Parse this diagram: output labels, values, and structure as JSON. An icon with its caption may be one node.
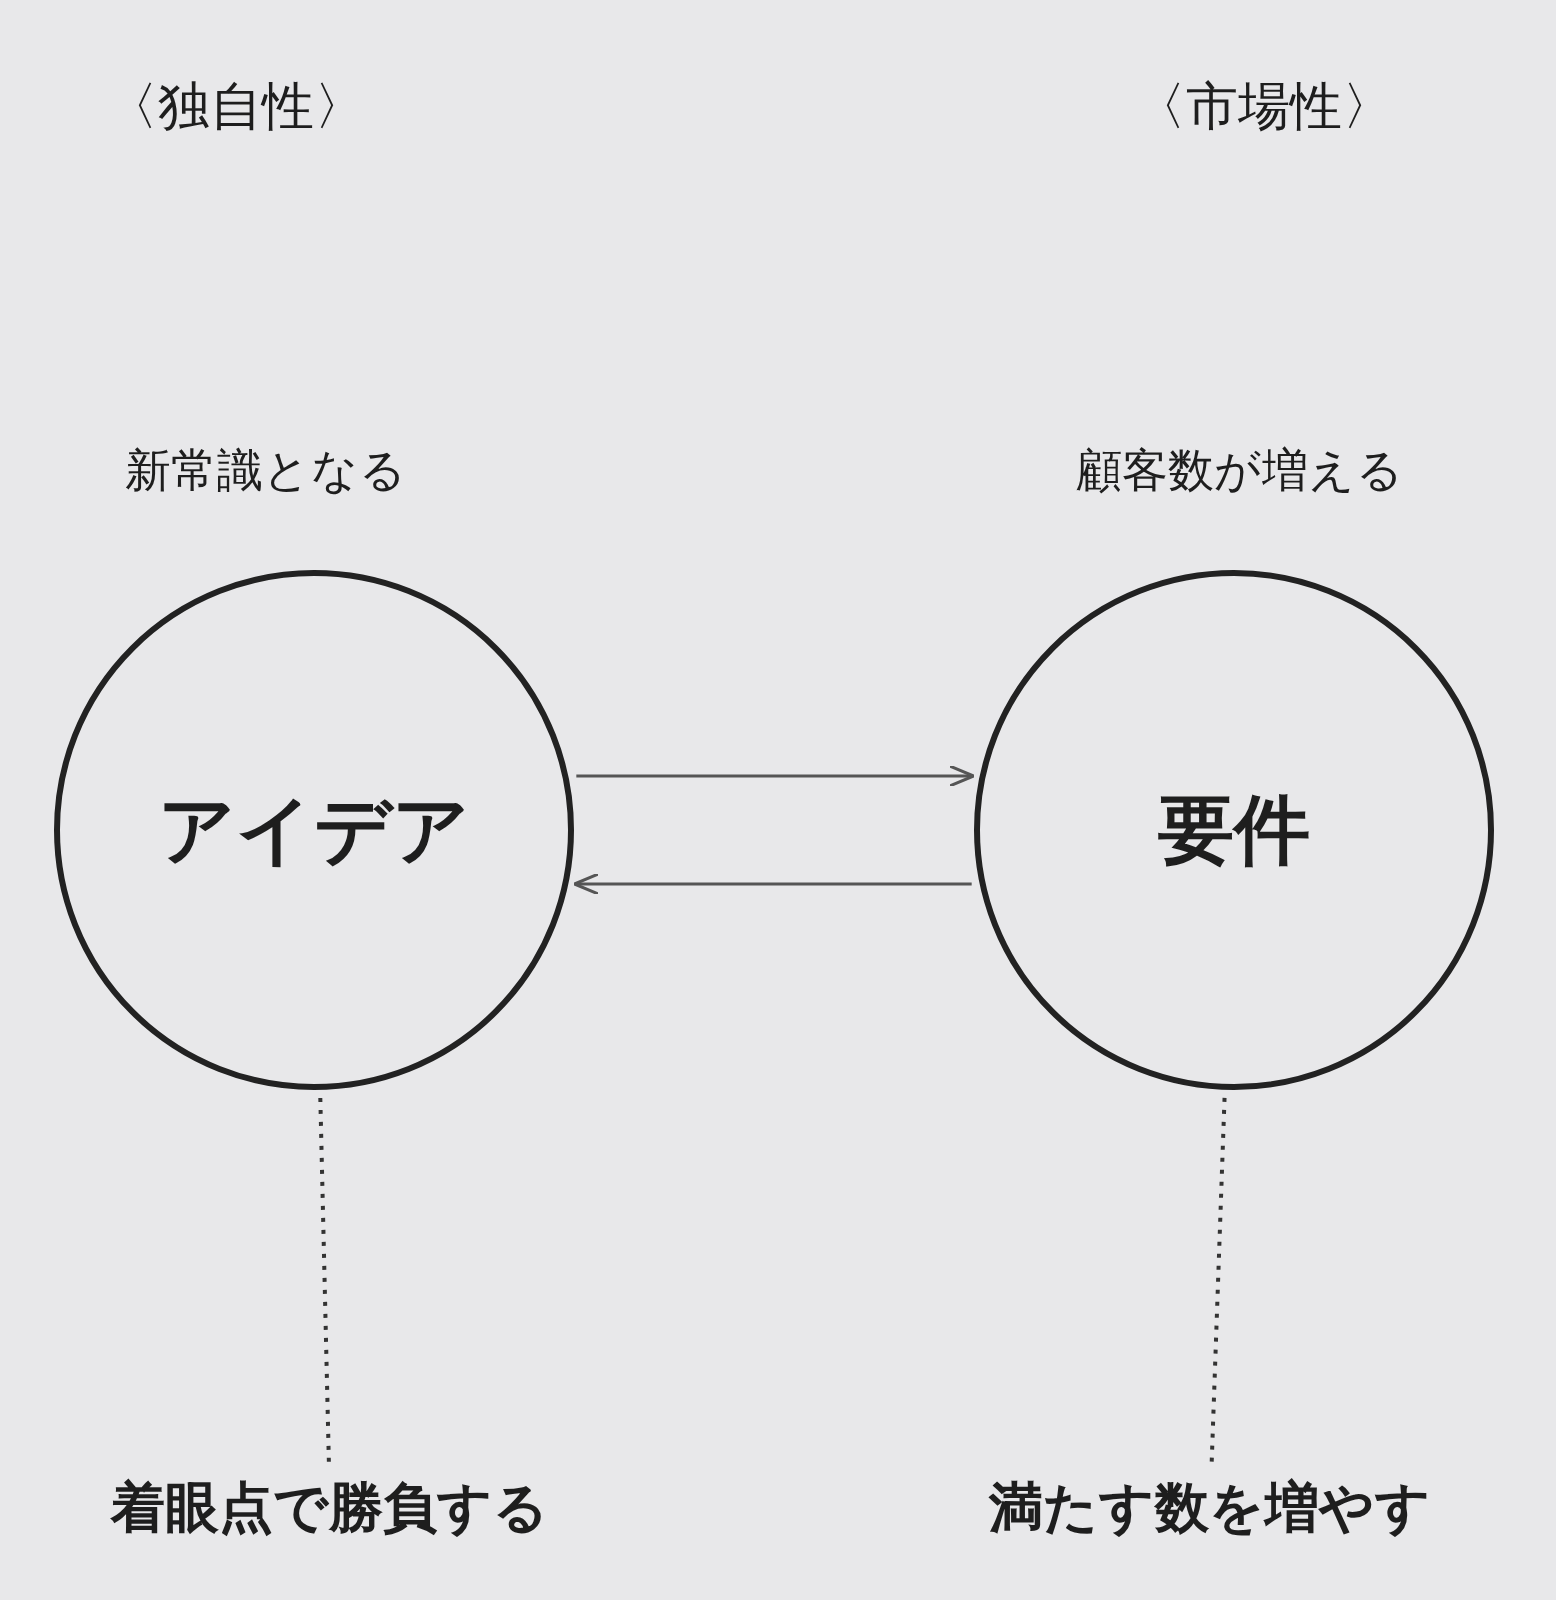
{
  "diagram": {
    "nodes": [
      {
        "text": [
          "アイデア"
        ],
        "beside": [
          "新常識となる"
        ]
      },
      {
        "text": [
          "要件"
        ],
        "beside": [
          "顧客数が増える"
        ]
      },
      {
        "text": [
          "着眼点で勝負する"
        ]
      },
      {
        "text": [
          "満たす数を増やす"
        ]
      }
    ],
    "edges": [
      {
        "from": 0,
        "to": 1,
        "arrow": "to"
      },
      {
        "from": 1,
        "to": 0,
        "arrow": "to"
      },
      {
        "from": 0,
        "to": 2,
        "arrow": "none",
        "style": "dashed"
      },
      {
        "from": 1,
        "to": 3,
        "arrow": "none",
        "style": "dashed"
      }
    ],
    "labels": [
      "〈独自性〉",
      "〈市場性〉"
    ]
  }
}
